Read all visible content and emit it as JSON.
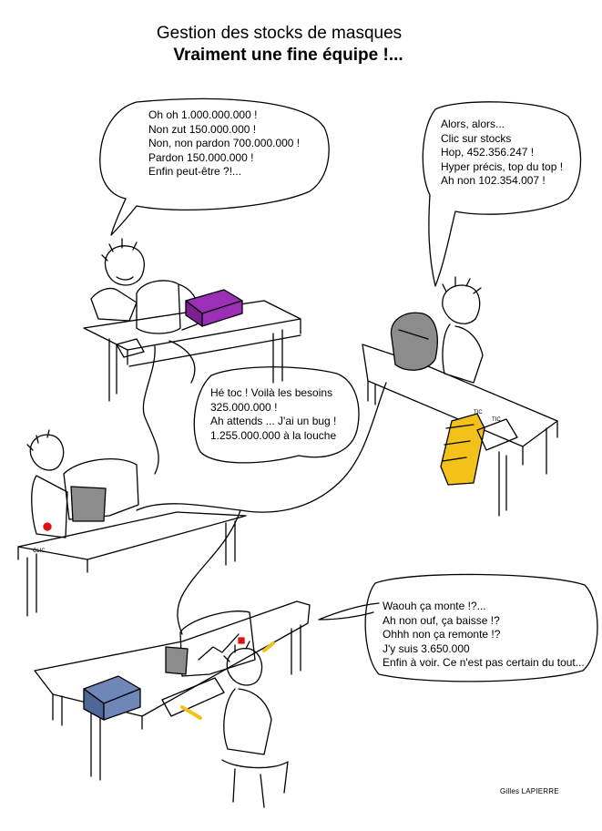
{
  "title": {
    "line1": "Gestion des stocks de masques",
    "line2": "Vraiment une fine équipe !..."
  },
  "bubbles": {
    "top_left": [
      "Oh oh 1.000.000.000 !",
      "Non zut 150.000.000 !",
      "Non, non pardon 700.000.000 !",
      "Pardon 150.000.000 !",
      "Enfin peut-être ?!..."
    ],
    "top_right": [
      "Alors, alors...",
      "Clic sur stocks",
      "Hop, 452.356.247 !",
      "Hyper précis, top du top !",
      "Ah non 102.354.007 !"
    ],
    "middle": [
      "Hé toc ! Voilà les besoins",
      "325.000.000 !",
      "Ah attends ... J'ai un bug !",
      "1.255.000.000 à la louche"
    ],
    "bottom_right": [
      "Waouh ça monte !?...",
      "Ah non ouf, ça baisse !?",
      "Ohhh non ça remonte !?",
      "J'y suis 3.650.000",
      "Enfin à voir. Ce n'est pas certain du tout..."
    ]
  },
  "sound_effects": {
    "clic": "CLIC",
    "tic": "TIC"
  },
  "signature": "Gilles LAPIERRE",
  "colors": {
    "purple_box": "#9b2fb5",
    "yellow_paper": "#f2c21a",
    "blue_box": "#6f86b8",
    "red_light": "#e01010",
    "gray_screen": "#8c8c8c"
  }
}
